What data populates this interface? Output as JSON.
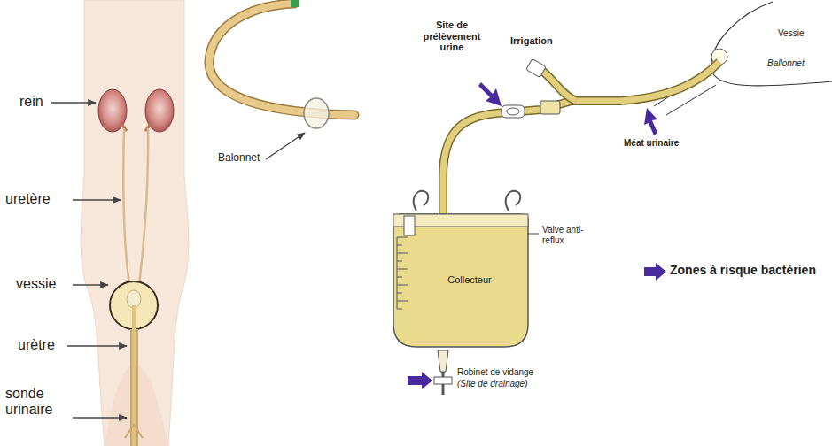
{
  "diagram": {
    "nodes": [
      {
        "text": [
          "Collecteur"
        ]
      }
    ],
    "labels": [
      "rein",
      "uretère",
      "vessie",
      "urètre",
      "sonde urinaire",
      "Balonnet",
      "Site de prélèvement urine",
      "Irrigation",
      "Vessie",
      "Ballonnet",
      "Méat urinaire",
      "Valve anti-reflux",
      "Robinet de vidange",
      "(Site de drainage)"
    ],
    "legend": [
      {
        "text": "Zones à risque bactérien"
      }
    ]
  }
}
